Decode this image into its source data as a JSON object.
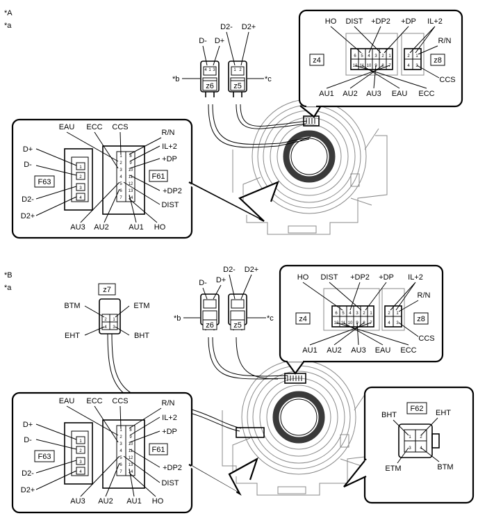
{
  "diagram_a": {
    "marker": "*A",
    "sub": "*a",
    "note_b": "*b",
    "note_c": "*c",
    "conn_z6_pins": [
      "D-",
      "D+"
    ],
    "conn_z5_pins": [
      "D2-",
      "D2+"
    ],
    "z6": "z6",
    "z5": "z5",
    "z6_nums": [
      "4",
      "1",
      "3"
    ],
    "z5_nums": [
      "1",
      "2"
    ],
    "top_box": {
      "top_labels": [
        "HO",
        "DIST",
        "+DP2",
        "+DP",
        "IL+2"
      ],
      "bottom_labels": [
        "AU1",
        "AU2",
        "AU3",
        "EAU",
        "ECC"
      ],
      "right_labels": [
        "R/N",
        "CCS"
      ],
      "tag_z4": "z4",
      "tag_z8": "z8",
      "row1": [
        "6",
        "5",
        "4",
        "3",
        "2",
        "1"
      ],
      "row2": [
        "12",
        "11",
        "10",
        "9",
        "8",
        "7"
      ],
      "z8_row1": [
        "2",
        "1"
      ],
      "z8_row2": [
        "4",
        "3"
      ]
    },
    "left_box": {
      "top_labels": [
        "EAU",
        "ECC",
        "CCS",
        "R/N"
      ],
      "left_labels": [
        "D+",
        "D-",
        "D2-",
        "D2+"
      ],
      "right_labels": [
        "IL+2",
        "+DP",
        "+DP2",
        "DIST"
      ],
      "bottom_labels": [
        "AU3",
        "AU2",
        "AU1",
        "HO"
      ],
      "tag_f63": "F63",
      "tag_f61": "F61",
      "f63_nums": [
        "1",
        "2",
        "3",
        "4"
      ],
      "f61_left": [
        "1",
        "2",
        "3",
        "4",
        "5",
        "6",
        "7"
      ],
      "f61_right": [
        "8",
        "9",
        "10",
        "11",
        "12",
        "13",
        "14"
      ]
    }
  },
  "diagram_b": {
    "marker": "*B",
    "sub": "*a",
    "note_b": "*b",
    "note_c": "*c",
    "conn_z6_pins": [
      "D-",
      "D+"
    ],
    "conn_z5_pins": [
      "D2-",
      "D2+"
    ],
    "z6": "z6",
    "z5": "z5",
    "z7": "z7",
    "z7_labels": [
      "BTM",
      "ETM",
      "EHT",
      "BHT"
    ],
    "z7_nums": [
      "2",
      "1",
      "4",
      "3"
    ],
    "top_box": {
      "top_labels": [
        "HO",
        "DIST",
        "+DP2",
        "+DP",
        "IL+2"
      ],
      "bottom_labels": [
        "AU1",
        "AU2",
        "AU3",
        "EAU",
        "ECC"
      ],
      "right_labels": [
        "R/N",
        "CCS"
      ],
      "tag_z4": "z4",
      "tag_z8": "z8",
      "row1": [
        "6",
        "5",
        "4",
        "3",
        "2",
        "1"
      ],
      "row2": [
        "12",
        "11",
        "10",
        "9",
        "8",
        "7"
      ],
      "z8_row1": [
        "2",
        "1"
      ],
      "z8_row2": [
        "4",
        "3"
      ]
    },
    "left_box": {
      "top_labels": [
        "EAU",
        "ECC",
        "CCS",
        "R/N"
      ],
      "left_labels": [
        "D+",
        "D-",
        "D2-",
        "D2+"
      ],
      "right_labels": [
        "IL+2",
        "+DP",
        "+DP2",
        "DIST"
      ],
      "bottom_labels": [
        "AU3",
        "AU2",
        "AU1",
        "HO"
      ],
      "tag_f63": "F63",
      "tag_f61": "F61",
      "f63_nums": [
        "1",
        "2",
        "3",
        "4"
      ],
      "f61_left": [
        "1",
        "2",
        "3",
        "4",
        "5",
        "6",
        "7"
      ],
      "f61_right": [
        "8",
        "9",
        "10",
        "11",
        "12",
        "13",
        "14"
      ]
    },
    "f62_box": {
      "tag": "F62",
      "labels": [
        "BHT",
        "EHT",
        "ETM",
        "BTM"
      ],
      "nums": [
        "1",
        "2",
        "3",
        "4"
      ]
    }
  }
}
